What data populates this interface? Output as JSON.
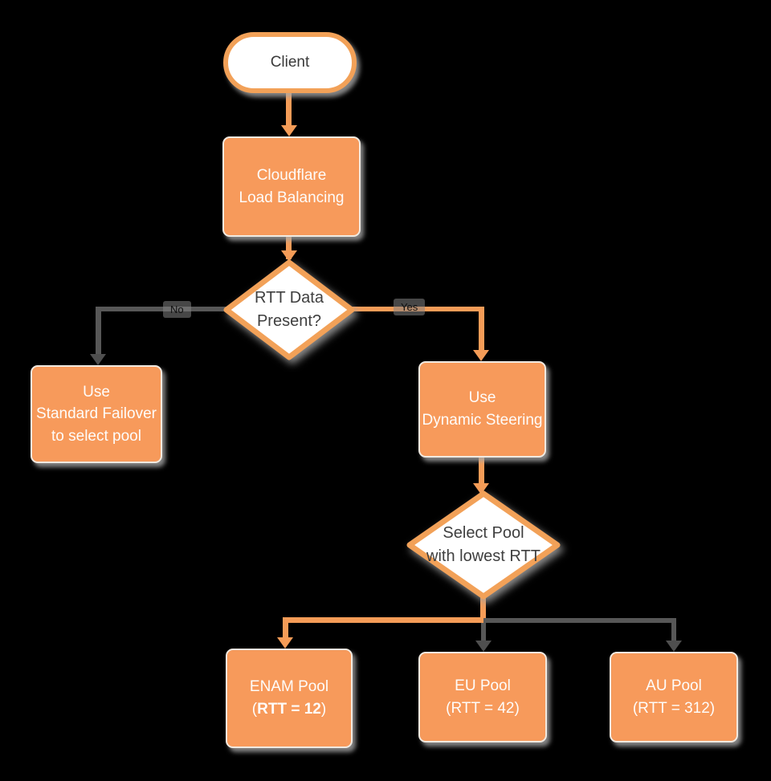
{
  "title": "Cloudflare Load Balancing dynamic steering flowchart",
  "colors": {
    "background": "#000000",
    "node_orange": "#F79A5B",
    "outline_orange": "#F2A158",
    "connector_gray": "#575757",
    "text_on_orange": "#FEFCFA",
    "text_dark": "#3F3F3F"
  },
  "nodes": {
    "client": {
      "label": "Client"
    },
    "load_balancer": {
      "lines": [
        "Cloudflare",
        "Load Balancing"
      ]
    },
    "rtt_decision": {
      "lines": [
        "RTT Data",
        "Present?"
      ]
    },
    "standard_failover": {
      "lines": [
        "Use",
        "Standard Failover",
        "to select pool"
      ]
    },
    "dynamic_steering": {
      "lines": [
        "Use",
        "Dynamic Steering"
      ]
    },
    "select_pool": {
      "lines": [
        "Select Pool",
        "with lowest RTT"
      ]
    },
    "enam_pool": {
      "line1": "ENAM Pool",
      "rtt_open": "(",
      "rtt_bold": "RTT = 12",
      "rtt_close": ")"
    },
    "eu_pool": {
      "lines": [
        "EU Pool",
        "(RTT = 42)"
      ]
    },
    "au_pool": {
      "lines": [
        "AU Pool",
        "(RTT = 312)"
      ]
    }
  },
  "edge_labels": {
    "no": "No",
    "yes": "Yes"
  }
}
